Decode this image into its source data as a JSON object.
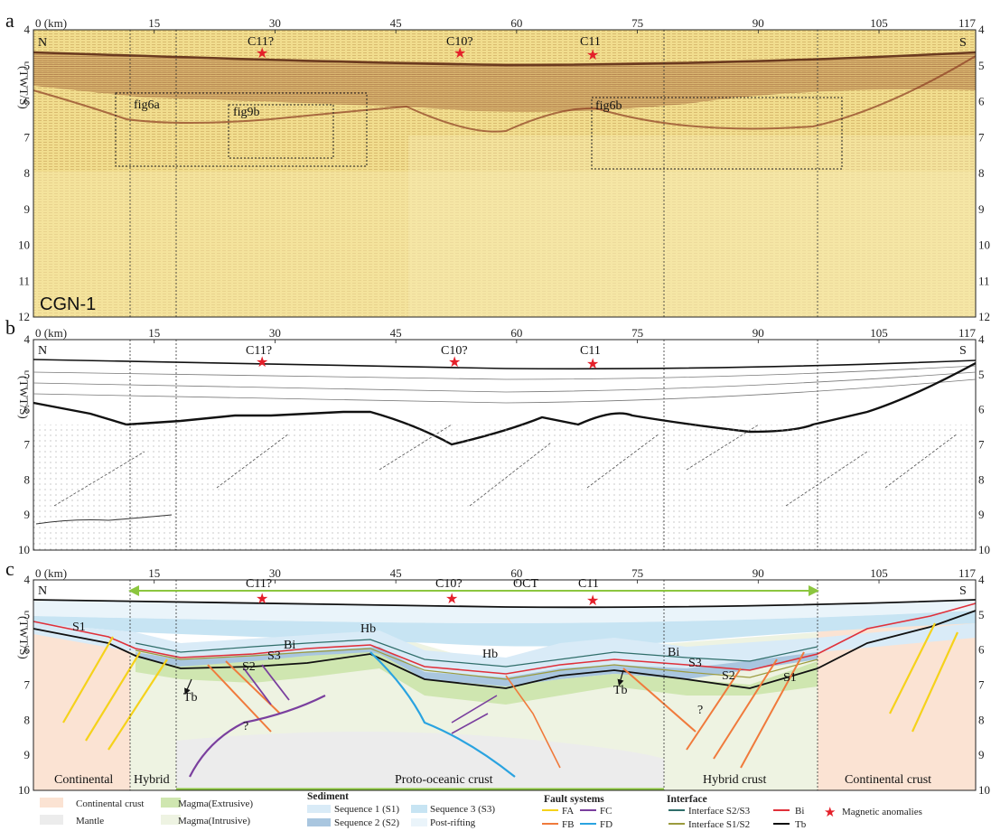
{
  "panels": {
    "a": {
      "letter": "a",
      "line_name": "CGN-1",
      "boxes": [
        "fig6a",
        "fig9b",
        "fig6b"
      ]
    },
    "b": {
      "letter": "b"
    },
    "c": {
      "letter": "c",
      "oct_label": "OCT"
    }
  },
  "axes": {
    "km_ticks": [
      "0 (km)",
      "15",
      "30",
      "45",
      "60",
      "75",
      "90",
      "105",
      "117"
    ],
    "y_label": "(TWT/S)",
    "a_y_ticks": [
      "4",
      "5",
      "6",
      "7",
      "8",
      "9",
      "10",
      "11",
      "12"
    ],
    "b_y_ticks": [
      "4",
      "5",
      "6",
      "7",
      "8",
      "9",
      "10"
    ],
    "c_y_ticks": [
      "4",
      "5",
      "6",
      "7",
      "8",
      "9",
      "10"
    ]
  },
  "orientation": {
    "north": "N",
    "south": "S"
  },
  "magnetic_anomalies": [
    "C11?",
    "C10?",
    "C11"
  ],
  "interpretation_labels": {
    "s1_left": "S1",
    "s2_left": "S2",
    "s3_left": "S3",
    "bi_left": "Bi",
    "hb_left": "Hb",
    "hb_right": "Hb",
    "tb_left": "Tb",
    "tb_right": "Tb",
    "q_left": "?",
    "q_right": "?",
    "bi_right": "Bi",
    "s3_right": "S3",
    "s2_right": "S2",
    "s1_right": "S1"
  },
  "crust_labels": {
    "continental_left": "Continental",
    "hybrid_left": "Hybrid",
    "proto": "Proto-oceanic crust",
    "hybrid_right": "Hybrid crust",
    "continental_right": "Continental crust"
  },
  "legend": {
    "continental_crust": "Continental crust",
    "mantle": "Mantle",
    "magma_extrusive": "Magma(Extrusive)",
    "magma_intrusive": "Magma(Intrusive)",
    "sediment_title": "Sediment",
    "seq1": "Sequence 1 (S1)",
    "seq2": "Sequence 2 (S2)",
    "seq3": "Sequence 3 (S3)",
    "post_rifting": "Post-rifting",
    "fault_title": "Fault systems",
    "fa": "FA",
    "fb": "FB",
    "fc": "FC",
    "fd": "FD",
    "interface_title": "Interface",
    "int_s2s3": "Interface S2/S3",
    "int_s1s2": "Interface S1/S2",
    "bi": "Bi",
    "tb": "Tb",
    "magnetic": "Magnetic anomalies"
  },
  "colors": {
    "seismic_bg": "#f1dd8e",
    "continental": "#fbe3d3",
    "mantle": "#ececec",
    "magma_extrusive": "#cfe6b0",
    "magma_intrusive": "#eef3e2",
    "seq1": "#d9ebf7",
    "seq2": "#a9c6df",
    "seq3": "#c7e4f3",
    "post_rifting": "#eaf4fa",
    "fault_a": "#f5d21b",
    "fault_b": "#f07a3c",
    "fault_c": "#7a3f9e",
    "fault_d": "#2aa3e0",
    "int_s2s3": "#2f6e6a",
    "int_s1s2": "#9b9b3e",
    "bi_line": "#e0303a",
    "tb_line": "#111111",
    "star": "#e4202a",
    "oct_arrow": "#8cc63f"
  }
}
